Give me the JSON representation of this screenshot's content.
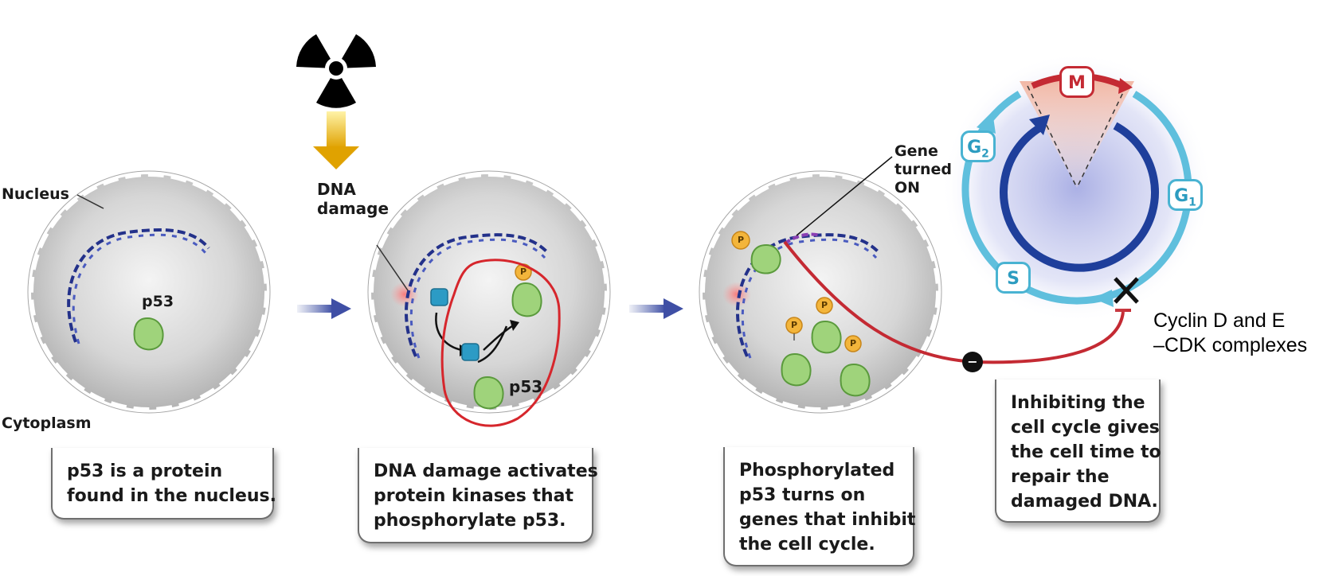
{
  "labels": {
    "nucleus": "Nucleus",
    "cytoplasm": "Cytoplasm",
    "p53_cell1": "p53",
    "dna_damage": [
      "DNA",
      "damage"
    ],
    "p53_cell2": "p53",
    "gene_turned_on": [
      "Gene",
      "turned",
      "ON"
    ],
    "cyclin": [
      "Cyclin D and E",
      "–CDK complexes"
    ],
    "phospho": "P",
    "inhibit_sign": "−"
  },
  "phases": {
    "m": "M",
    "g1_main": "G",
    "g1_sub": "1",
    "g2_main": "G",
    "g2_sub": "2",
    "s": "S"
  },
  "captions": {
    "step1": [
      "p53 is a protein",
      "found in the nucleus."
    ],
    "step2": [
      "DNA damage activates",
      "protein kinases that",
      "phosphorylate p53."
    ],
    "step3": [
      "Phosphorylated",
      "p53 turns on",
      "genes that inhibit",
      "the cell cycle."
    ],
    "step4": [
      "Inhibiting the",
      "cell cycle gives",
      "the cell time to",
      "repair the",
      "damaged DNA."
    ]
  },
  "colors": {
    "cell_fill": "#c9c9c9",
    "dna": "#23318a",
    "p53_protein": "#9fd37b",
    "kinase": "#2c9bc5",
    "phosphate": "#f3b53b",
    "inhibition": "#c42a33",
    "cycle_light": "#5fbfdd",
    "cycle_dark": "#1f3f9b",
    "radiation_arrow": "#e8b500"
  }
}
